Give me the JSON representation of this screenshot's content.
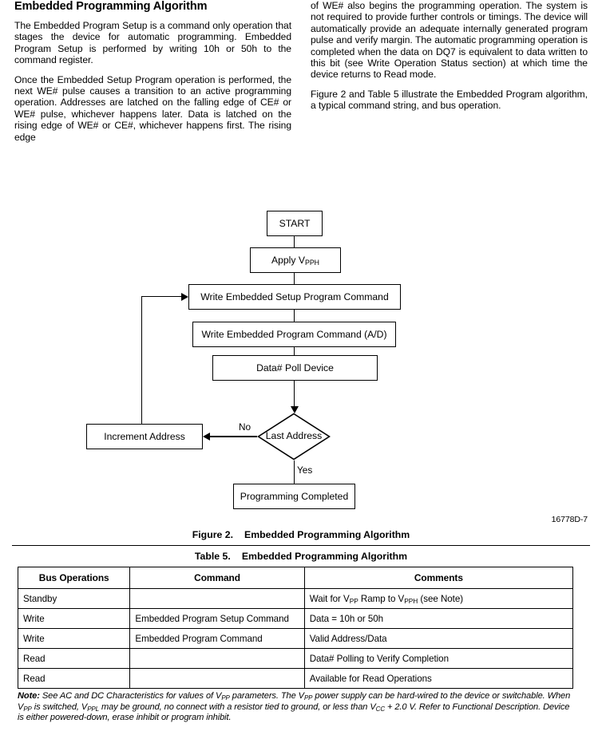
{
  "section": {
    "title": "Embedded Programming Algorithm",
    "left_paragraphs": [
      "The Embedded Program Setup is a command only operation that stages the device for automatic programming. Embedded Program Setup is performed by writing 10h or 50h to the command register.",
      "Once the Embedded Setup Program operation is performed, the next WE# pulse causes a transition to an active programming operation. Addresses are latched on the falling edge of CE# or WE# pulse, whichever happens later. Data is latched on the rising edge of WE# or CE#, whichever happens first. The rising edge"
    ],
    "right_paragraphs": [
      "of WE# also begins the programming operation. The system is not required to provide further controls or timings. The device will automatically provide an adequate internally generated program pulse and verify margin. The automatic programming operation is completed when the data on DQ7 is equivalent to data written to this bit (see Write Operation Status section) at which time the device returns to Read mode.",
      "Figure 2 and Table 5 illustrate the Embedded Program algorithm, a typical command string, and bus operation."
    ]
  },
  "flowchart": {
    "nodes": {
      "start": "START",
      "apply_vpph_prefix": "Apply V",
      "apply_vpph_sub": "PPH",
      "write_setup": "Write Embedded Setup Program Command",
      "write_program": "Write Embedded Program Command (A/D)",
      "poll": "Data# Poll Device",
      "decision": "Last Address",
      "increment": "Increment Address",
      "completed": "Programming Completed"
    },
    "edge_labels": {
      "no": "No",
      "yes": "Yes"
    }
  },
  "doc_id": "16778D-7",
  "figure_caption": {
    "number": "Figure 2.",
    "text": "Embedded Programming Algorithm"
  },
  "table_caption": {
    "number": "Table 5.",
    "text": "Embedded Programming Algorithm"
  },
  "table": {
    "headers": [
      "Bus Operations",
      "Command",
      "Comments"
    ],
    "rows": [
      {
        "bus": "Standby",
        "command": "",
        "comment_parts": [
          {
            "t": "Wait for V"
          },
          {
            "sub": "PP"
          },
          {
            "t": " Ramp to V"
          },
          {
            "sub": "PPH"
          },
          {
            "t": " (see Note)"
          }
        ],
        "comment_plain": "Wait for VPP Ramp to VPPH (see Note)"
      },
      {
        "bus": "Write",
        "command": "Embedded Program Setup Command",
        "comment_plain": "Data = 10h or 50h"
      },
      {
        "bus": "Write",
        "command": "Embedded Program Command",
        "comment_plain": "Valid Address/Data"
      },
      {
        "bus": "Read",
        "command": "",
        "comment_plain": "Data# Polling to Verify Completion"
      },
      {
        "bus": "Read",
        "command": "",
        "comment_plain": "Available for Read Operations"
      }
    ]
  },
  "note": {
    "lead": "Note:",
    "text": " See AC and DC Characteristics for values of VPP parameters. The VPP power supply can be hard-wired to the device or switchable. When VPP is switched, VPPL may be ground, no connect with a resistor tied to ground, or less than VCC + 2.0 V. Refer to Functional Description. Device is either powered-down, erase inhibit or program inhibit."
  },
  "colors": {
    "ink": "#000000",
    "page": "#ffffff"
  }
}
